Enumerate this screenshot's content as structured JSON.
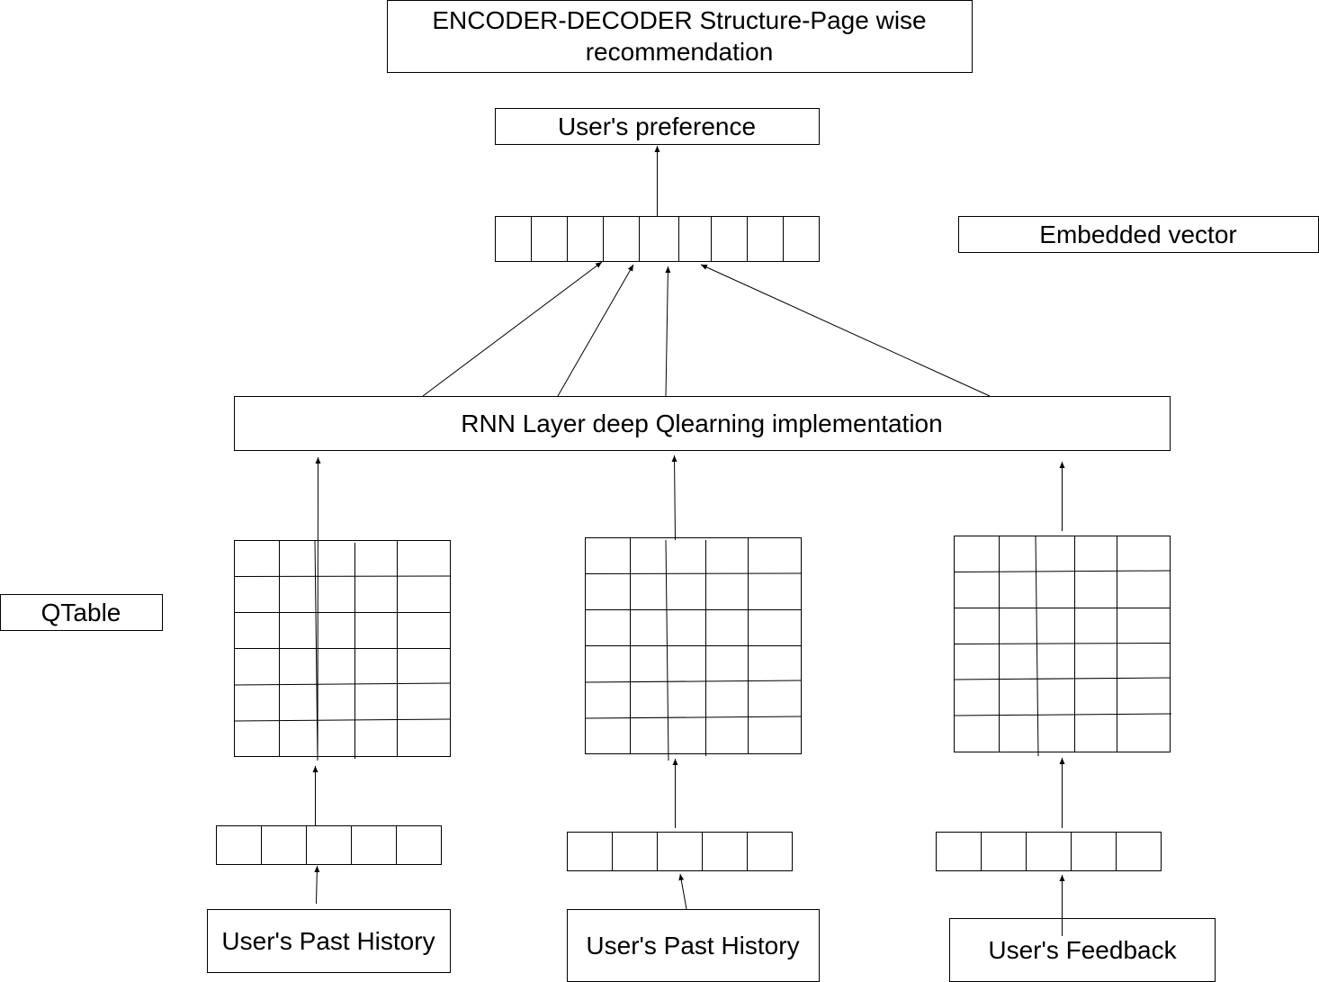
{
  "title": {
    "line1": "ENCODER-DECODER Structure-Page wise",
    "line2": "recommendation"
  },
  "output_label": "User's preference",
  "embedded_vector_label": "Embedded vector",
  "rnn_label": "RNN Layer deep Qlearning implementation",
  "qtable_label": "QTable",
  "inputs": [
    {
      "label": "User's Past History"
    },
    {
      "label": "User's Past History"
    },
    {
      "label": "User's Feedback"
    }
  ],
  "colors": {
    "stroke": "#000000",
    "background": "#ffffff"
  }
}
